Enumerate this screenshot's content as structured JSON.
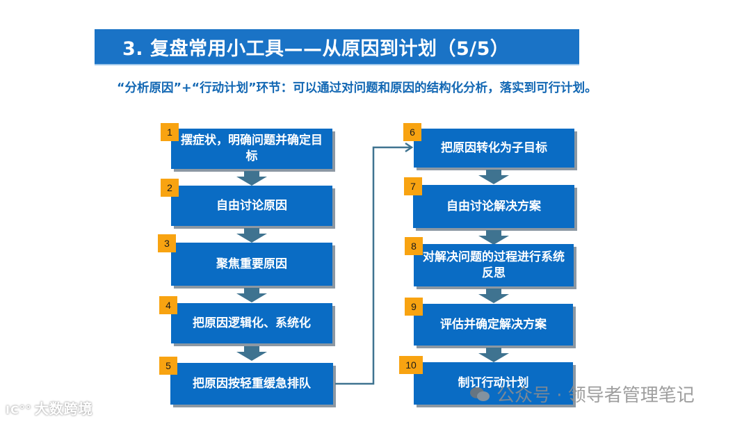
{
  "title": "3. 复盘常用小工具——从原因到计划（5/5）",
  "subtitle": "“分析原因”+“行动计划”环节：可以通过对问题和原因的结构化分析，落实到可行计划。",
  "colors": {
    "title_bar": "#1a73c6",
    "subtitle_text": "#1267b3",
    "step_box": "#0a6cc4",
    "step_shadow": "#8c98a3",
    "badge": "#f8a311",
    "arrow": "#3f7390"
  },
  "left_column": {
    "steps": [
      {
        "number": "1",
        "label": "摆症状，明确问题并确定目标"
      },
      {
        "number": "2",
        "label": "自由讨论原因"
      },
      {
        "number": "3",
        "label": "聚焦重要原因"
      },
      {
        "number": "4",
        "label": "把原因逻辑化、系统化"
      },
      {
        "number": "5",
        "label": "把原因按轻重缓急排队"
      }
    ]
  },
  "right_column": {
    "steps": [
      {
        "number": "6",
        "label": "把原因转化为子目标"
      },
      {
        "number": "7",
        "label": "自由讨论解决方案"
      },
      {
        "number": "8",
        "label": "对解决问题的过程进行系统反思"
      },
      {
        "number": "9",
        "label": "评估并确定解决方案"
      },
      {
        "number": "10",
        "label": "制订行动计划"
      }
    ]
  },
  "connector": {
    "from": "5",
    "to": "6",
    "icon": "elbow-arrow"
  },
  "watermarks": {
    "left": "大数跨境",
    "left_logo": "ic100-logo",
    "right": "公众号 · 领导者管理笔记",
    "right_icon": "wechat-icon"
  }
}
